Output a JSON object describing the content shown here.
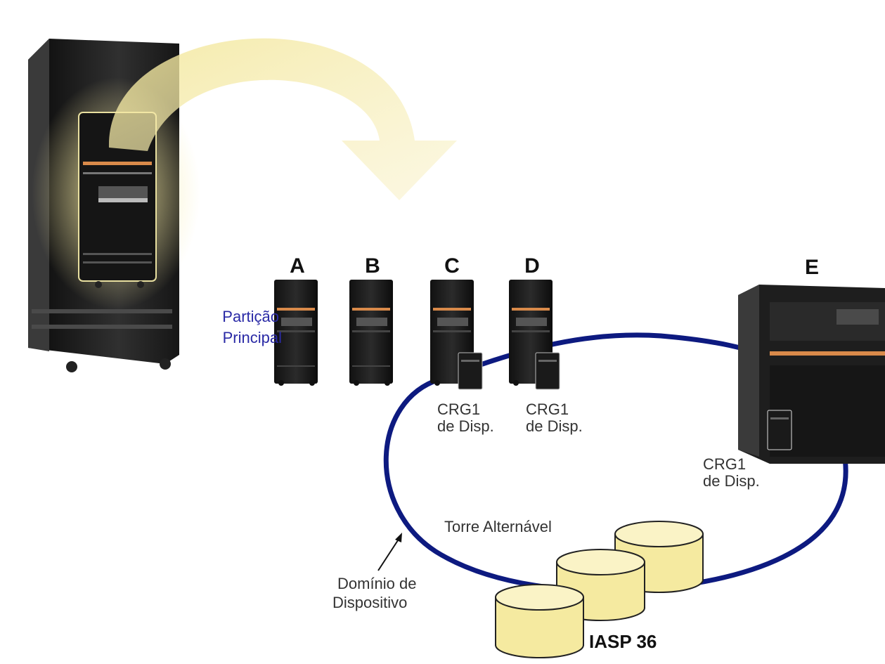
{
  "diagram": {
    "nodes": [
      {
        "id": "A",
        "label": "A"
      },
      {
        "id": "B",
        "label": "B"
      },
      {
        "id": "C",
        "label": "C"
      },
      {
        "id": "D",
        "label": "D"
      },
      {
        "id": "E",
        "label": "E"
      }
    ],
    "primary_partition": {
      "line1": "Partição",
      "line2": "Principal"
    },
    "crg_labels": [
      {
        "line1": "CRG1",
        "line2": "de Disp."
      },
      {
        "line1": "CRG1",
        "line2": "de Disp."
      },
      {
        "line1": "CRG1",
        "line2": "de Disp."
      }
    ],
    "switchable_tower": "Torre Alternável",
    "device_domain": {
      "line1": "Domínio de",
      "line2": "Dispositivo"
    },
    "iasp": "IASP 36"
  },
  "colors": {
    "ring": "#0d1a80",
    "arrow_glow": "#f6eca8",
    "disk_fill": "#f5eaa0",
    "server_body": "#1c1c1c",
    "accent_stripe": "#d98a4a",
    "label_blue": "#2a2aa6"
  }
}
